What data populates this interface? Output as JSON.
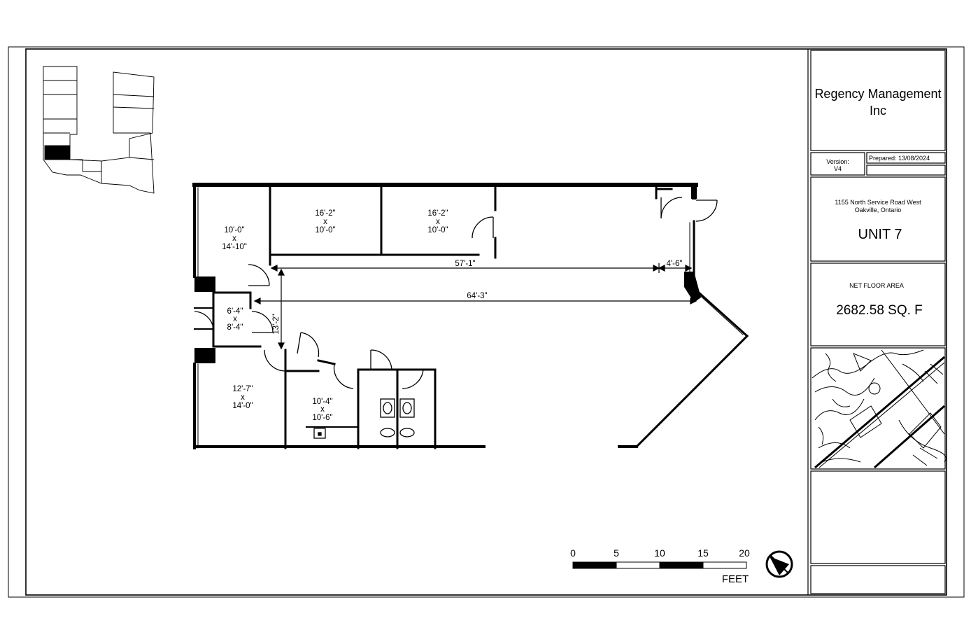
{
  "title_block": {
    "company": "Regency Management Inc",
    "version_label": "Version:",
    "version": "V4",
    "prepared": "Prepared: 13/08/2024",
    "address_line1": "1155 North Service Road West",
    "address_line2": "Oakville, Ontario",
    "unit": "UNIT 7",
    "area_label": "NET FLOOR AREA",
    "area_value": "2682.58 SQ. F"
  },
  "rooms": [
    {
      "w": "10'-0\"",
      "x": "x",
      "h": "14'-10\""
    },
    {
      "w": "16'-2\"",
      "x": "x",
      "h": "10'-0\""
    },
    {
      "w": "16'-2\"",
      "x": "x",
      "h": "10'-0\""
    },
    {
      "w": "6'-4\"",
      "x": "x",
      "h": "8'-4\""
    },
    {
      "w": "12'-7\"",
      "x": "x",
      "h": "14'-0\""
    },
    {
      "w": "10'-4\"",
      "x": "x",
      "h": "10'-6\""
    }
  ],
  "dimensions": {
    "d1": "57'-1\"",
    "d2": "4'-6\"",
    "d3": "64'-3\"",
    "d4": "13'-2\""
  },
  "scale": {
    "ticks": [
      "0",
      "5",
      "10",
      "15",
      "20"
    ],
    "unit": "FEET"
  }
}
